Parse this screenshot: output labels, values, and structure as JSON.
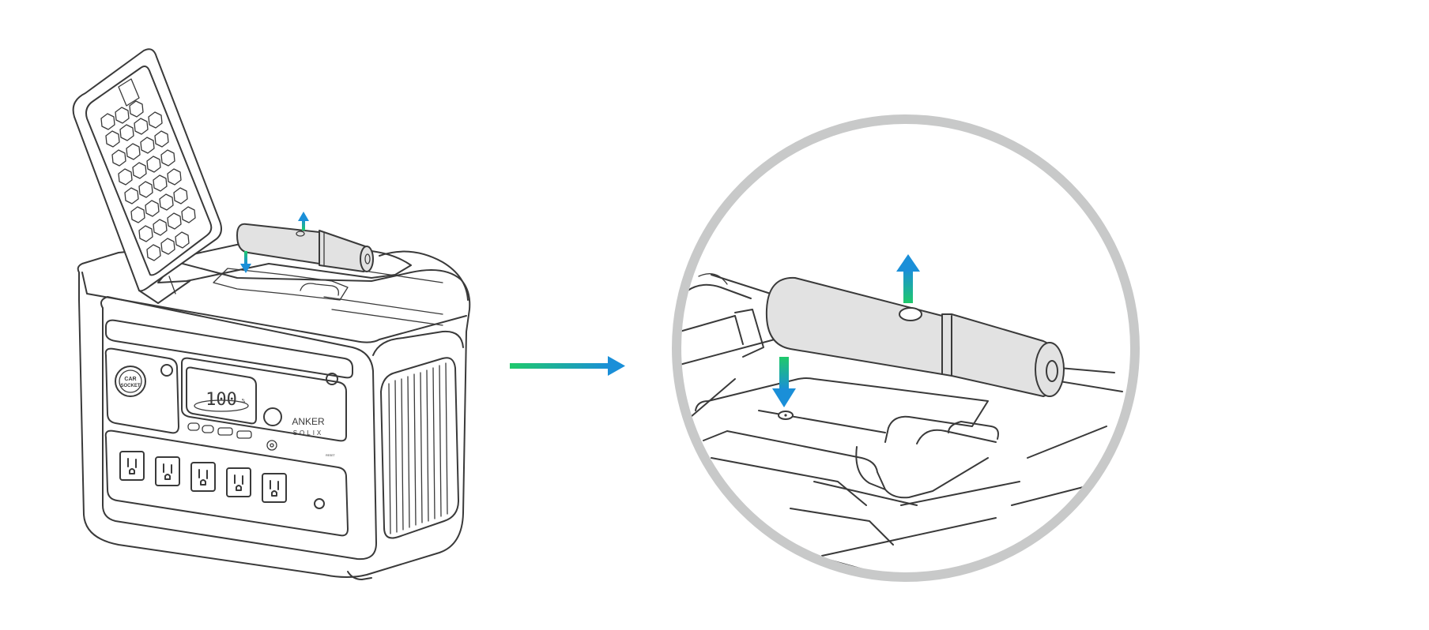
{
  "device": {
    "car_socket_line1": "CAR",
    "car_socket_line2": "SOCKET",
    "display_value": "100",
    "display_unit": "%",
    "brand_line1": "ANKER",
    "brand_line2": "SOLIX",
    "reset_label": "RESET"
  },
  "colors": {
    "arrow_start": "#1fc96b",
    "arrow_end": "#1a8fd8",
    "magnifier_ring": "#c8c9c9",
    "line": "#3a3a3a",
    "tube_fill": "#e2e2e2"
  },
  "icons": {
    "up_arrow": "arrow-up-icon",
    "down_arrow": "arrow-down-icon",
    "transition_arrow": "arrow-right-icon"
  }
}
